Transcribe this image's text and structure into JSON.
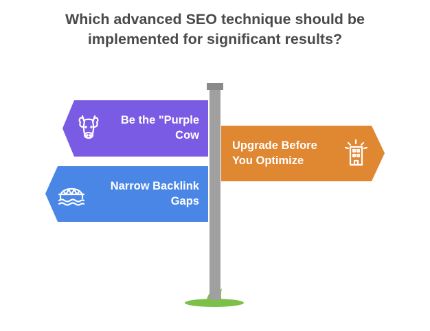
{
  "title": {
    "line1": "Which advanced SEO technique should be",
    "line2": "implemented for significant results?"
  },
  "signs": [
    {
      "id": "purple-cow",
      "direction": "left",
      "line1": "Be the \"Purple",
      "line2": "Cow",
      "color": "#7a5be3",
      "icon": "cow-icon"
    },
    {
      "id": "upgrade-before-optimize",
      "direction": "right",
      "line1": "Upgrade Before",
      "line2": "You Optimize",
      "color": "#e08732",
      "icon": "building-icon"
    },
    {
      "id": "narrow-backlink-gaps",
      "direction": "left",
      "line1": "Narrow Backlink",
      "line2": "Gaps",
      "color": "#4a86e6",
      "icon": "bridge-icon"
    }
  ],
  "colors": {
    "title_text": "#4a4a4a",
    "pole": "#a0a0a0",
    "pole_cap": "#8a8a8a",
    "grass": "#7cc04a"
  }
}
